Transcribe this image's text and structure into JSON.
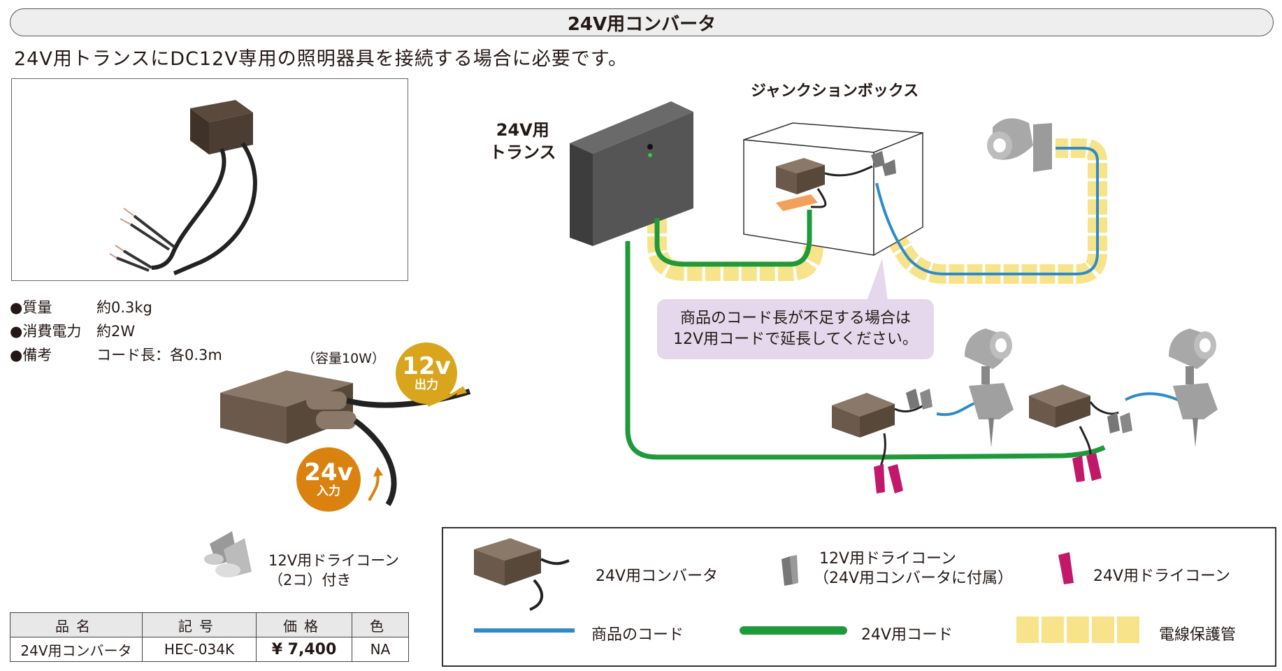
{
  "header": {
    "title": "24V用コンバータ"
  },
  "subtitle": "24V用トランスにDC12V専用の照明器具を接続する場合に必要です。",
  "specs": [
    {
      "key": "●質量",
      "value": "約0.3kg"
    },
    {
      "key": "●消費電力",
      "value": "約2W"
    },
    {
      "key": "●備考",
      "value": "コード長：各0.3m"
    }
  ],
  "illustration": {
    "capacity": "（容量10W）",
    "output_voltage": "12v",
    "output_label": "出力",
    "input_voltage": "24v",
    "input_label": "入力",
    "dry_cone_note_line1": "12V用ドライコーン",
    "dry_cone_note_line2": "（2コ）付き"
  },
  "diagram": {
    "transformer_line1": "24V用",
    "transformer_line2": "トランス",
    "junction_box": "ジャンクションボックス",
    "note_line1": "商品のコード長が不足する場合は",
    "note_line2": "12V用コードで延長してください。"
  },
  "legend": {
    "converter": "24V用コンバータ",
    "cone12_line1": "12V用ドライコーン",
    "cone12_line2": "（24V用コンバータに付属）",
    "cone24": "24V用ドライコーン",
    "product_cord": "商品のコード",
    "cord24": "24V用コード",
    "conduit": "電線保護管"
  },
  "price_table": {
    "headers": [
      "品名",
      "記号",
      "価格",
      "色"
    ],
    "row": [
      "24V用コンバータ",
      "HEC-034K",
      "¥ 7,400",
      "NA"
    ]
  },
  "colors": {
    "product_cord": "#2e8bc9",
    "cord24": "#1e9a3a",
    "conduit": "#f7e48a",
    "converter_body": "#6b5a4c",
    "badge_12v": "#d9a51c",
    "badge_24v": "#d9820f",
    "cone24": "#c2186b",
    "note_bg": "#e5d8ec"
  }
}
